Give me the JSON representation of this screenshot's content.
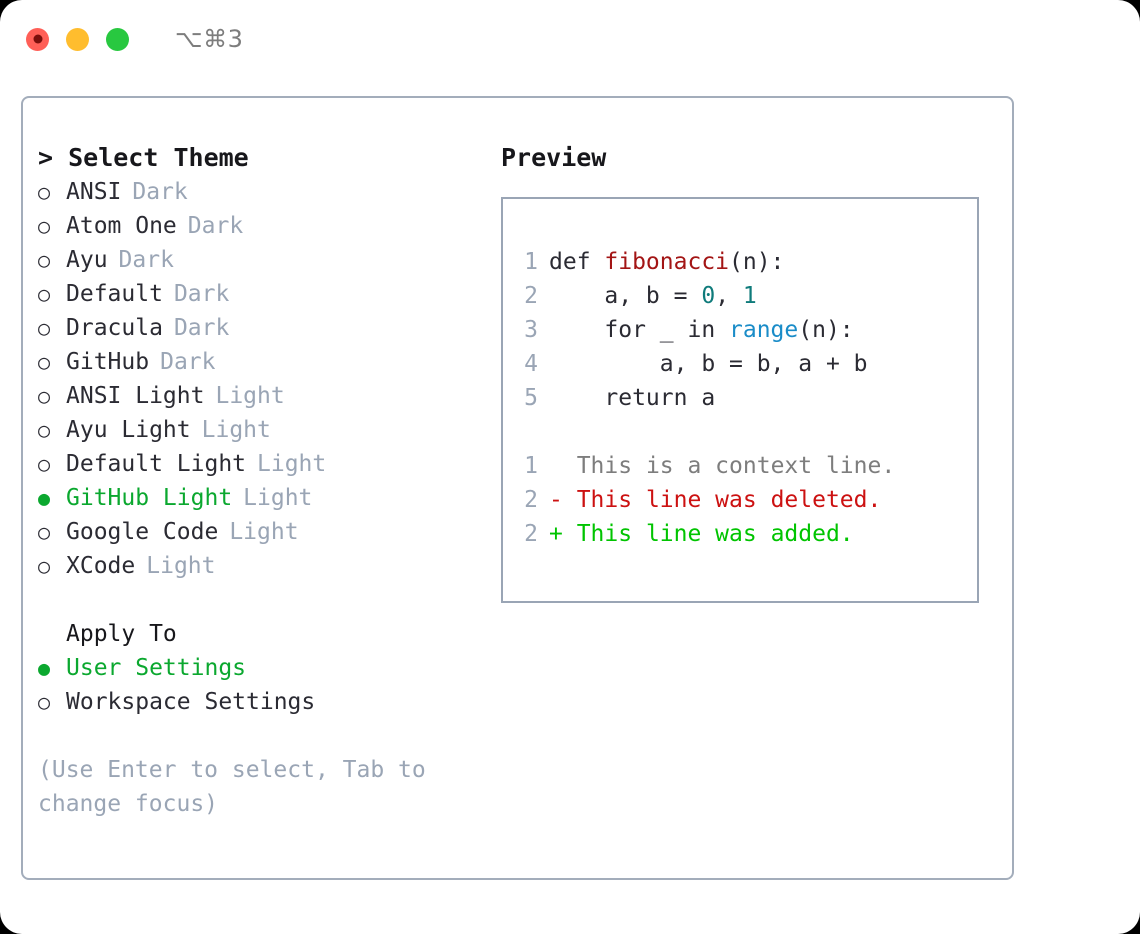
{
  "window": {
    "title": "⌥⌘3",
    "traffic_lights": [
      {
        "name": "close",
        "color": "#ff5f57"
      },
      {
        "name": "minimize",
        "color": "#ffbd2e"
      },
      {
        "name": "maximize",
        "color": "#28c840"
      }
    ]
  },
  "theme_panel": {
    "header": "> Select Theme",
    "accent_color": "#0ba82f",
    "muted_color": "#9aa5b5",
    "items": [
      {
        "bullet": "○",
        "name": "ANSI",
        "variant": "Dark",
        "selected": false
      },
      {
        "bullet": "○",
        "name": "Atom One",
        "variant": "Dark",
        "selected": false
      },
      {
        "bullet": "○",
        "name": "Ayu",
        "variant": "Dark",
        "selected": false
      },
      {
        "bullet": "○",
        "name": "Default",
        "variant": "Dark",
        "selected": false
      },
      {
        "bullet": "○",
        "name": "Dracula",
        "variant": "Dark",
        "selected": false
      },
      {
        "bullet": "○",
        "name": "GitHub",
        "variant": "Dark",
        "selected": false
      },
      {
        "bullet": "○",
        "name": "ANSI Light",
        "variant": "Light",
        "selected": false
      },
      {
        "bullet": "○",
        "name": "Ayu Light",
        "variant": "Light",
        "selected": false
      },
      {
        "bullet": "○",
        "name": "Default Light",
        "variant": "Light",
        "selected": false
      },
      {
        "bullet": "●",
        "name": "GitHub Light",
        "variant": "Light",
        "selected": true
      },
      {
        "bullet": "○",
        "name": "Google Code",
        "variant": "Light",
        "selected": false
      },
      {
        "bullet": "○",
        "name": "XCode",
        "variant": "Light",
        "selected": false
      }
    ]
  },
  "apply_to": {
    "header": "Apply To",
    "items": [
      {
        "bullet": "●",
        "name": "User Settings",
        "selected": true
      },
      {
        "bullet": "○",
        "name": "Workspace Settings",
        "selected": false
      }
    ]
  },
  "hint": "(Use Enter to select, Tab to change focus)",
  "preview": {
    "title": "Preview",
    "code_lines": [
      {
        "num": "1",
        "tokens": [
          {
            "text": "def ",
            "type": "plain"
          },
          {
            "text": "fibonacci",
            "type": "fn"
          },
          {
            "text": "(n):",
            "type": "plain"
          }
        ]
      },
      {
        "num": "2",
        "tokens": [
          {
            "text": "    a, b = ",
            "type": "plain"
          },
          {
            "text": "0",
            "type": "num"
          },
          {
            "text": ", ",
            "type": "plain"
          },
          {
            "text": "1",
            "type": "num"
          }
        ]
      },
      {
        "num": "3",
        "tokens": [
          {
            "text": "    for _ in ",
            "type": "plain"
          },
          {
            "text": "range",
            "type": "builtin"
          },
          {
            "text": "(n):",
            "type": "plain"
          }
        ]
      },
      {
        "num": "4",
        "tokens": [
          {
            "text": "        a, b = b, a + b",
            "type": "plain"
          }
        ]
      },
      {
        "num": "5",
        "tokens": [
          {
            "text": "    return a",
            "type": "plain"
          }
        ]
      }
    ],
    "diff_lines": [
      {
        "num": "1",
        "marker": "  ",
        "text": "This is a context line.",
        "type": "context"
      },
      {
        "num": "2",
        "marker": "- ",
        "text": "This line was deleted.",
        "type": "del"
      },
      {
        "num": "2",
        "marker": "+ ",
        "text": "This line was added.",
        "type": "add"
      }
    ]
  }
}
